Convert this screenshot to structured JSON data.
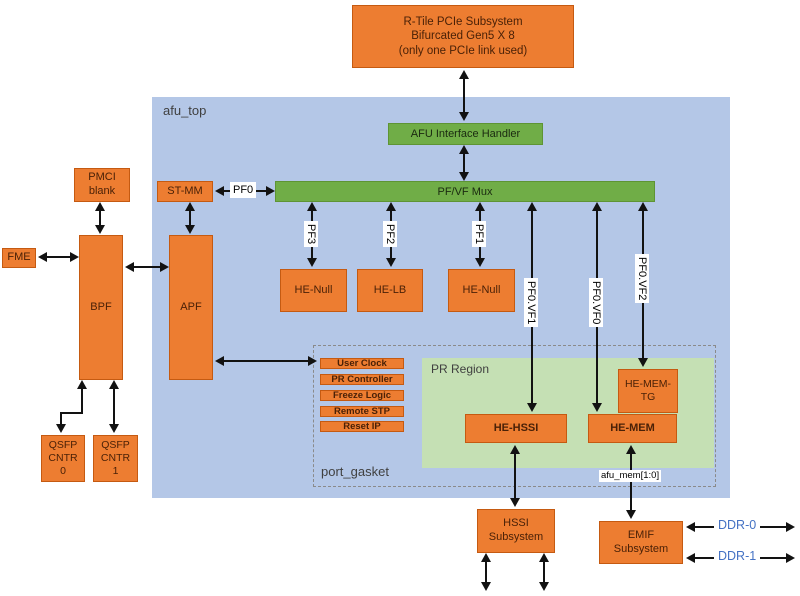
{
  "diagram": {
    "pcie_box": {
      "label": "R-Tile PCIe Subsystem\nBifurcated Gen5 X 8\n(only one PCIe link used)"
    },
    "afu_top": {
      "label": "afu_top"
    },
    "afu_interface_handler": {
      "label": "AFU Interface Handler"
    },
    "pf_vf_mux": {
      "label": "PF/VF Mux"
    },
    "st_mm": {
      "label": "ST-MM"
    },
    "pmci": {
      "label": "PMCI\nblank"
    },
    "fme": {
      "label": "FME"
    },
    "bpf": {
      "label": "BPF"
    },
    "apf": {
      "label": "APF"
    },
    "qsfp0": {
      "label": "QSFP\nCNTR\n0"
    },
    "qsfp1": {
      "label": "QSFP\nCNTR\n1"
    },
    "he_null_1": {
      "label": "HE-Null"
    },
    "he_lb": {
      "label": "HE-LB"
    },
    "he_null_2": {
      "label": "HE-Null"
    },
    "port_gasket": {
      "label": "port_gasket"
    },
    "pr_region": {
      "label": "PR Region"
    },
    "gasket_blocks": [
      "User Clock",
      "PR Controller",
      "Freeze Logic",
      "Remote STP",
      "Reset IP"
    ],
    "he_hssi": {
      "label": "HE-HSSI"
    },
    "he_mem": {
      "label": "HE-MEM"
    },
    "he_mem_tg": {
      "label": "HE-MEM-\nTG"
    },
    "afu_mem_label": "afu_mem[1:0]",
    "hssi_subsystem": {
      "label": "HSSI\nSubsystem"
    },
    "emif_subsystem": {
      "label": "EMIF\nSubsystem"
    },
    "bus_labels": {
      "pf0": "PF0",
      "pf1": "PF1",
      "pf2": "PF2",
      "pf3": "PF3",
      "pf0_vf0": "PF0.VF0",
      "pf0_vf1": "PF0.VF1",
      "pf0_vf2": "PF0.VF2"
    },
    "ddr0": "DDR-0",
    "ddr1": "DDR-1",
    "colors": {
      "orange": "#ED7D31",
      "orange_border": "#C55A11",
      "green": "#70AD47",
      "blue_bg": "#B4C7E7",
      "pr_green": "#C5E0B4",
      "ddr_text": "#4472C4"
    }
  }
}
